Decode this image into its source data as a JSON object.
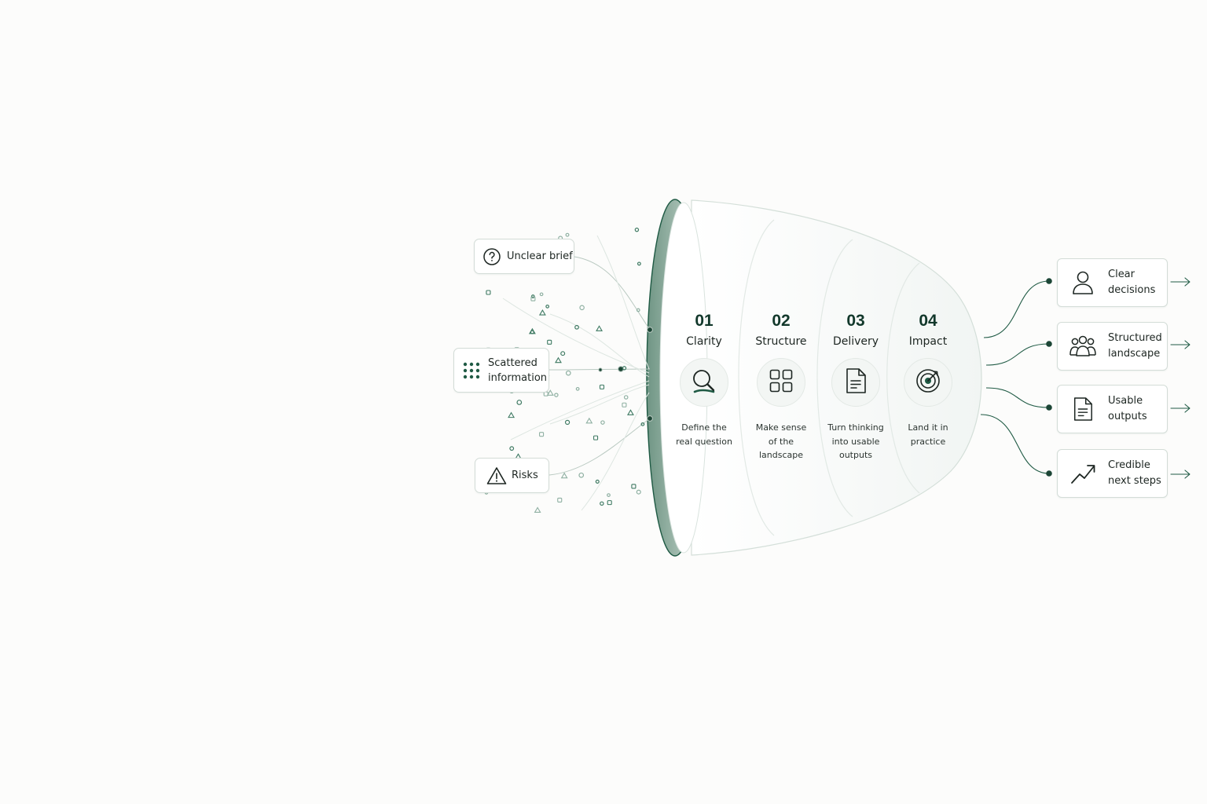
{
  "inputs": [
    {
      "label": "Unclear brief",
      "icon": "question-icon"
    },
    {
      "label": "Scattered information",
      "icon": "dots-grid-icon"
    },
    {
      "label": "Risks",
      "icon": "warning-icon"
    }
  ],
  "stages": [
    {
      "number": "01",
      "name": "Clarity",
      "description": "Define the real question",
      "icon": "search-icon"
    },
    {
      "number": "02",
      "name": "Structure",
      "description": "Make sense of the landscape",
      "icon": "grid-icon"
    },
    {
      "number": "03",
      "name": "Delivery",
      "description": "Turn thinking into usable outputs",
      "icon": "document-icon"
    },
    {
      "number": "04",
      "name": "Impact",
      "description": "Land it in practice",
      "icon": "target-icon"
    }
  ],
  "outputs": [
    {
      "label": "Clear decisions",
      "icon": "person-icon"
    },
    {
      "label": "Structured landscape",
      "icon": "people-icon"
    },
    {
      "label": "Usable outputs",
      "icon": "document-icon"
    },
    {
      "label": "Credible next steps",
      "icon": "trend-up-icon"
    }
  ],
  "colors": {
    "accent": "#1f5a44",
    "dark": "#12382b",
    "funnel_rim": "#9fb7ac",
    "line": "#cbd8d1"
  }
}
